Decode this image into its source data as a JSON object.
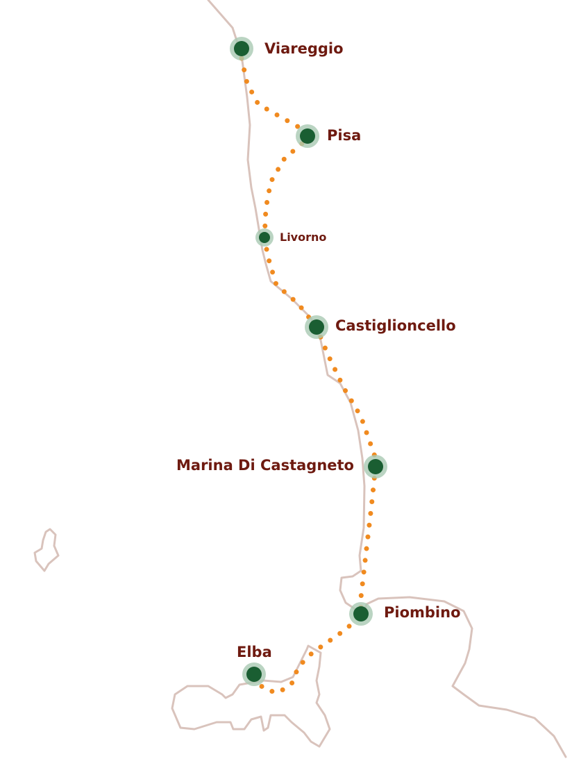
{
  "map": {
    "colors": {
      "coast": "#d9c3bc",
      "route": "#f08a1f",
      "marker": "#1a5e32",
      "halo": "#a9c9b3",
      "label": "#6e1a10"
    },
    "stops": [
      {
        "name": "Viareggio"
      },
      {
        "name": "Pisa"
      },
      {
        "name": "Livorno"
      },
      {
        "name": "Castiglioncello"
      },
      {
        "name": "Marina Di Castagneto"
      },
      {
        "name": "Piombino"
      },
      {
        "name": "Elba"
      }
    ]
  }
}
